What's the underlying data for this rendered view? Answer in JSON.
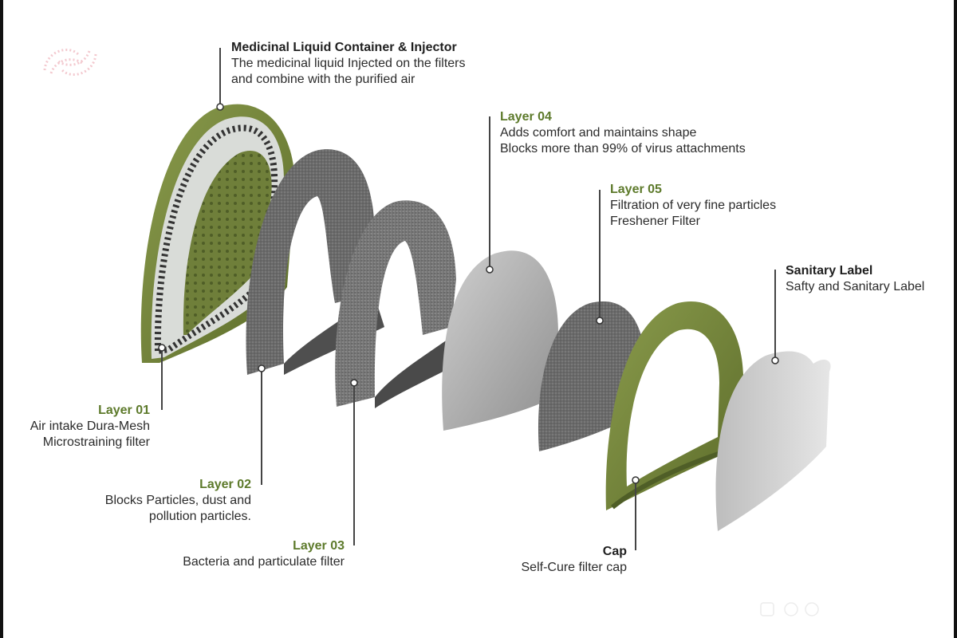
{
  "labels": {
    "container": {
      "title": "Medicinal Liquid Container & Injector",
      "line1": "The medicinal liquid Injected on the filters",
      "line2": "and combine with the purified air"
    },
    "layer01": {
      "title": "Layer 01",
      "line1": "Air intake Dura-Mesh",
      "line2": "Microstraining filter"
    },
    "layer02": {
      "title": "Layer 02",
      "line1": "Blocks Particles, dust and",
      "line2": "pollution particles."
    },
    "layer03": {
      "title": "Layer 03",
      "line1": "Bacteria and particulate filter"
    },
    "layer04": {
      "title": "Layer 04",
      "line1": "Adds comfort and maintains shape",
      "line2": "Blocks more than 99% of virus attachments"
    },
    "layer05": {
      "title": "Layer 05",
      "line1": "Filtration of very fine particles",
      "line2": "Freshener Filter"
    },
    "sanitary": {
      "title": "Sanitary Label",
      "line1": "Safty and Sanitary Label"
    },
    "cap": {
      "title": "Cap",
      "line1": "Self-Cure filter cap"
    }
  },
  "colors": {
    "accent_green": "#5d7a2b",
    "olive_shell": "#7b8e43",
    "foam_dark": "#6e6e6e",
    "foam_light": "#9a9a9a",
    "label_gray": "#d6d6d6",
    "leader_line": "#444444"
  },
  "icons": {
    "logo": "dotted-ring-logo-icon",
    "watermark": "watermark-icon"
  }
}
